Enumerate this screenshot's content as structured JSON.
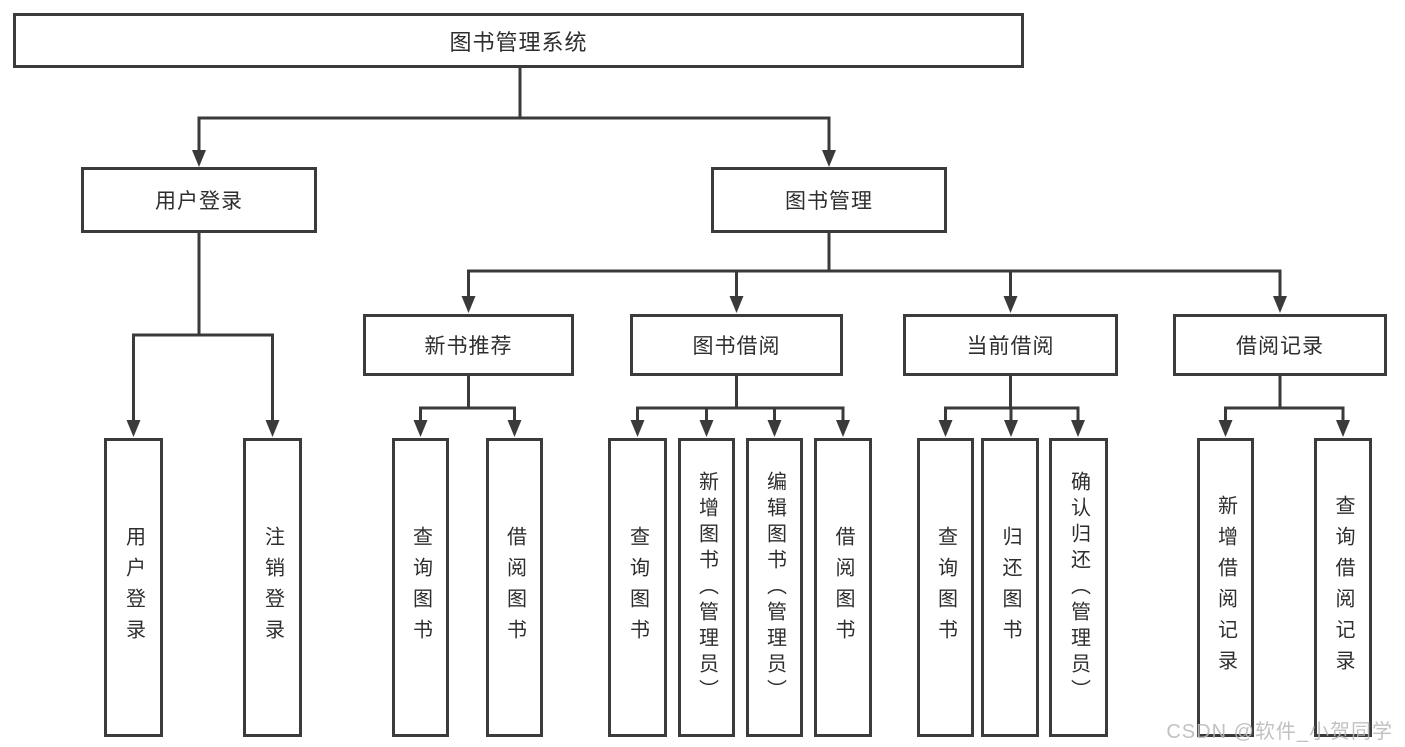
{
  "tree": {
    "root": "图书管理系统",
    "children": [
      {
        "label": "用户登录",
        "children": [
          "用户登录",
          "注销登录"
        ]
      },
      {
        "label": "图书管理",
        "children": [
          {
            "label": "新书推荐",
            "children": [
              "查询图书",
              "借阅图书"
            ]
          },
          {
            "label": "图书借阅",
            "children": [
              "查询图书",
              "新增图书（管理员）",
              "编辑图书（管理员）",
              "借阅图书"
            ]
          },
          {
            "label": "当前借阅",
            "children": [
              "查询图书",
              "归还图书",
              "确认归还（管理员）"
            ]
          },
          {
            "label": "借阅记录",
            "children": [
              "新增借阅记录",
              "查询借阅记录"
            ]
          }
        ]
      }
    ]
  },
  "colors": {
    "line": "#3a3a3a",
    "text": "#2e2e2e",
    "box_fill": "#ffffff",
    "watermark": "#b9b9b9"
  },
  "watermark": {
    "text": "CSDN @软件_小贺同学"
  }
}
